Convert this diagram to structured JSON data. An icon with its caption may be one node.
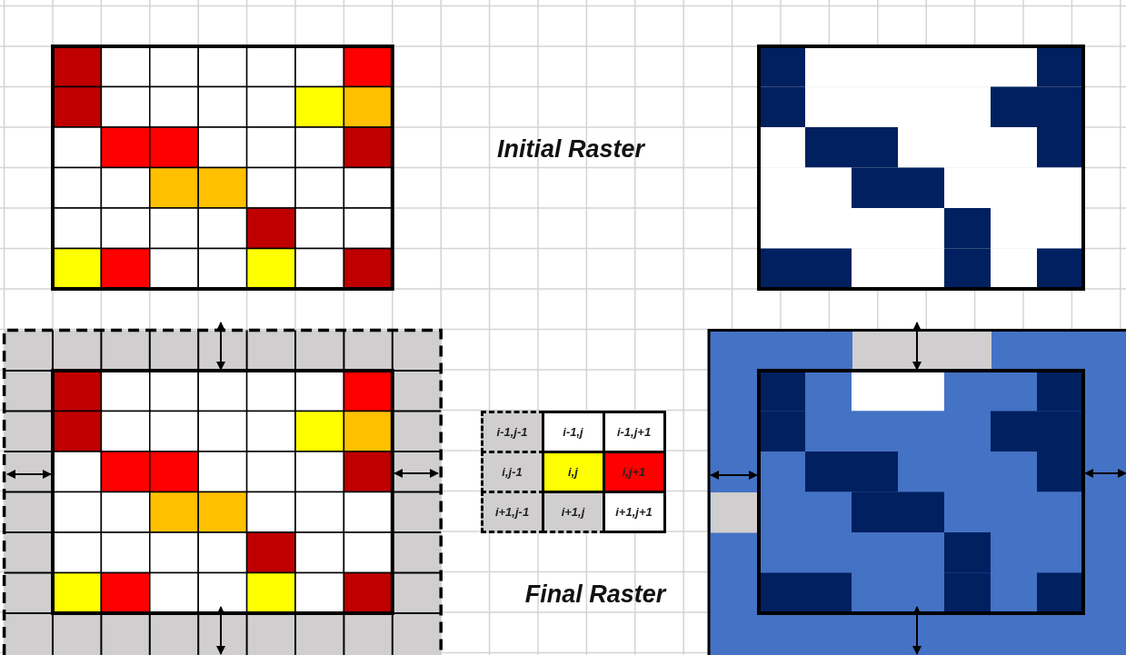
{
  "diagram": {
    "labels": [
      "Initial Raster",
      "Final Raster",
      "i-1,j-1",
      "i-1,j",
      "i-1,j+1",
      "i,j-1",
      "i,j",
      "i,j+1",
      "i+1,j-1",
      "i+1,j",
      "i+1,j+1"
    ]
  }
}
